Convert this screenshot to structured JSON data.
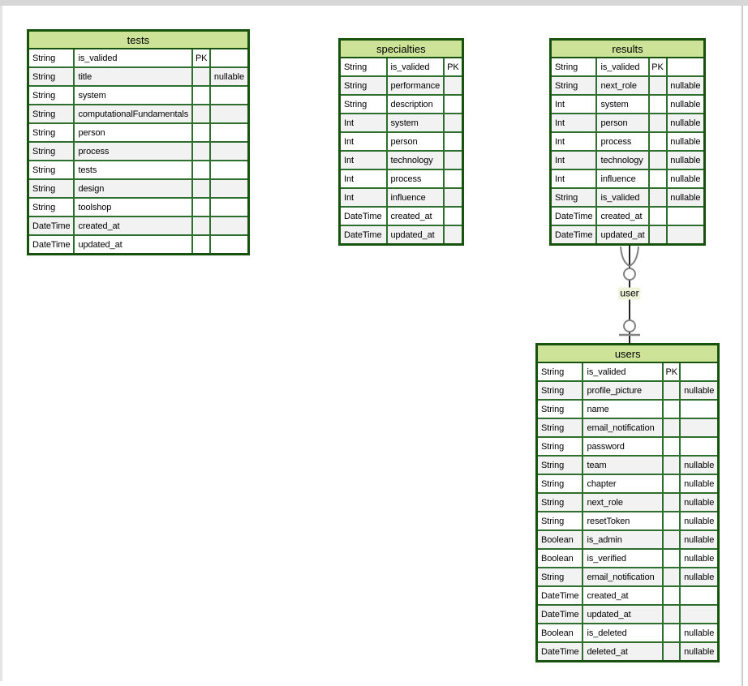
{
  "entities": [
    {
      "name": "tests",
      "attributes": [
        {
          "type": "String",
          "field": "is_valided",
          "key": "PK",
          "nullable": ""
        },
        {
          "type": "String",
          "field": "title",
          "key": "",
          "nullable": "nullable"
        },
        {
          "type": "String",
          "field": "system",
          "key": "",
          "nullable": ""
        },
        {
          "type": "String",
          "field": "computationalFundamentals",
          "key": "",
          "nullable": ""
        },
        {
          "type": "String",
          "field": "person",
          "key": "",
          "nullable": ""
        },
        {
          "type": "String",
          "field": "process",
          "key": "",
          "nullable": ""
        },
        {
          "type": "String",
          "field": "tests",
          "key": "",
          "nullable": ""
        },
        {
          "type": "String",
          "field": "design",
          "key": "",
          "nullable": ""
        },
        {
          "type": "String",
          "field": "toolshop",
          "key": "",
          "nullable": ""
        },
        {
          "type": "DateTime",
          "field": "created_at",
          "key": "",
          "nullable": ""
        },
        {
          "type": "DateTime",
          "field": "updated_at",
          "key": "",
          "nullable": ""
        }
      ]
    },
    {
      "name": "specialties",
      "attributes": [
        {
          "type": "String",
          "field": "is_valided",
          "key": "PK"
        },
        {
          "type": "String",
          "field": "performance",
          "key": ""
        },
        {
          "type": "String",
          "field": "description",
          "key": ""
        },
        {
          "type": "Int",
          "field": "system",
          "key": ""
        },
        {
          "type": "Int",
          "field": "person",
          "key": ""
        },
        {
          "type": "Int",
          "field": "technology",
          "key": ""
        },
        {
          "type": "Int",
          "field": "process",
          "key": ""
        },
        {
          "type": "Int",
          "field": "influence",
          "key": ""
        },
        {
          "type": "DateTime",
          "field": "created_at",
          "key": ""
        },
        {
          "type": "DateTime",
          "field": "updated_at",
          "key": ""
        }
      ]
    },
    {
      "name": "results",
      "attributes": [
        {
          "type": "String",
          "field": "is_valided",
          "key": "PK",
          "nullable": ""
        },
        {
          "type": "String",
          "field": "next_role",
          "key": "",
          "nullable": "nullable"
        },
        {
          "type": "Int",
          "field": "system",
          "key": "",
          "nullable": "nullable"
        },
        {
          "type": "Int",
          "field": "person",
          "key": "",
          "nullable": "nullable"
        },
        {
          "type": "Int",
          "field": "process",
          "key": "",
          "nullable": "nullable"
        },
        {
          "type": "Int",
          "field": "technology",
          "key": "",
          "nullable": "nullable"
        },
        {
          "type": "Int",
          "field": "influence",
          "key": "",
          "nullable": "nullable"
        },
        {
          "type": "String",
          "field": "is_valided",
          "key": "",
          "nullable": "nullable"
        },
        {
          "type": "DateTime",
          "field": "created_at",
          "key": "",
          "nullable": ""
        },
        {
          "type": "DateTime",
          "field": "updated_at",
          "key": "",
          "nullable": ""
        }
      ]
    },
    {
      "name": "users",
      "attributes": [
        {
          "type": "String",
          "field": "is_valided",
          "key": "PK",
          "nullable": ""
        },
        {
          "type": "String",
          "field": "profile_picture",
          "key": "",
          "nullable": "nullable"
        },
        {
          "type": "String",
          "field": "name",
          "key": "",
          "nullable": ""
        },
        {
          "type": "String",
          "field": "email_notification",
          "key": "",
          "nullable": ""
        },
        {
          "type": "String",
          "field": "password",
          "key": "",
          "nullable": ""
        },
        {
          "type": "String",
          "field": "team",
          "key": "",
          "nullable": "nullable"
        },
        {
          "type": "String",
          "field": "chapter",
          "key": "",
          "nullable": "nullable"
        },
        {
          "type": "String",
          "field": "next_role",
          "key": "",
          "nullable": "nullable"
        },
        {
          "type": "String",
          "field": "resetToken",
          "key": "",
          "nullable": "nullable"
        },
        {
          "type": "Boolean",
          "field": "is_admin",
          "key": "",
          "nullable": "nullable"
        },
        {
          "type": "Boolean",
          "field": "is_verified",
          "key": "",
          "nullable": "nullable"
        },
        {
          "type": "String",
          "field": "email_notification",
          "key": "",
          "nullable": "nullable"
        },
        {
          "type": "DateTime",
          "field": "created_at",
          "key": "",
          "nullable": ""
        },
        {
          "type": "DateTime",
          "field": "updated_at",
          "key": "",
          "nullable": ""
        },
        {
          "type": "Boolean",
          "field": "is_deleted",
          "key": "",
          "nullable": "nullable"
        },
        {
          "type": "DateTime",
          "field": "deleted_at",
          "key": "",
          "nullable": "nullable"
        }
      ]
    }
  ],
  "relationship": {
    "label": "user",
    "from": "results",
    "to": "users",
    "from_cardinality": "zero-or-many",
    "to_cardinality": "zero-or-one"
  },
  "colors": {
    "header_bg": "#cde498",
    "row_even": "#f2f2f2",
    "border_outer": "#17530e",
    "border_inner": "#2e6f2e",
    "line": "#222222",
    "marker": "#828282",
    "label_bg": "#eef3da",
    "edge_top": "#d7d7d7",
    "edge_left": "#e4e4e4",
    "edge_right": "#cbcbcb"
  }
}
